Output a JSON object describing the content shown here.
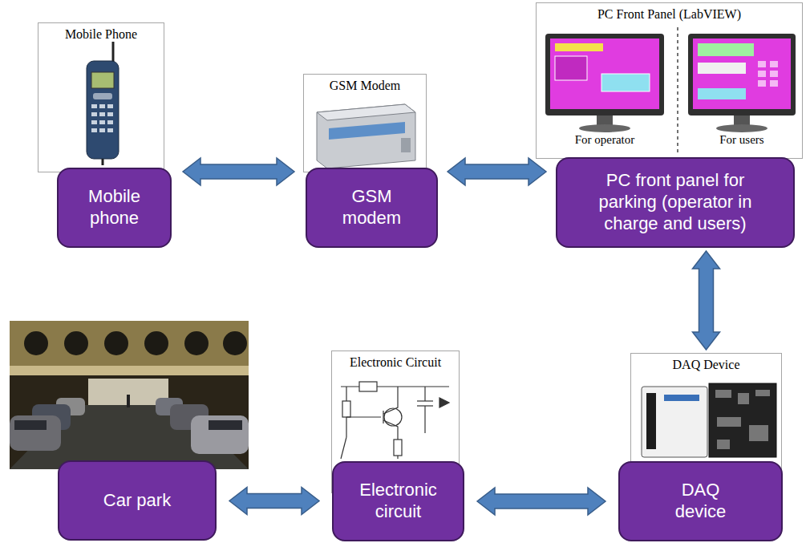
{
  "diagram": {
    "nodes": [
      {
        "text": [
          "Mobile Phone"
        ]
      },
      {
        "text": [
          "Mobile phone"
        ],
        "in": 0
      },
      {
        "text": [
          "GSM Modem"
        ]
      },
      {
        "text": [
          "GSM modem"
        ],
        "in": 2
      },
      {
        "text": [
          "PC Front Panel (LabVIEW)"
        ]
      },
      {
        "text": [
          "PC front panel for parking (operator in charge and users)"
        ],
        "in": 4
      },
      {
        "text": [
          "Car park"
        ]
      },
      {
        "text": [
          "Electronic Circuit"
        ]
      },
      {
        "text": [
          "Electronic circuit"
        ],
        "in": 7
      },
      {
        "text": [
          "DAQ Device"
        ]
      },
      {
        "text": [
          "DAQ device"
        ],
        "in": 9
      }
    ],
    "edges": [
      {
        "from": 1,
        "to": 3,
        "arrow": "both"
      },
      {
        "from": 3,
        "to": 5,
        "arrow": "both"
      },
      {
        "from": 5,
        "to": 9,
        "arrow": "both"
      },
      {
        "from": 6,
        "to": 8,
        "arrow": "both"
      },
      {
        "from": 8,
        "to": 10,
        "arrow": "both"
      }
    ],
    "labels": [
      "For operator",
      "For users"
    ]
  }
}
